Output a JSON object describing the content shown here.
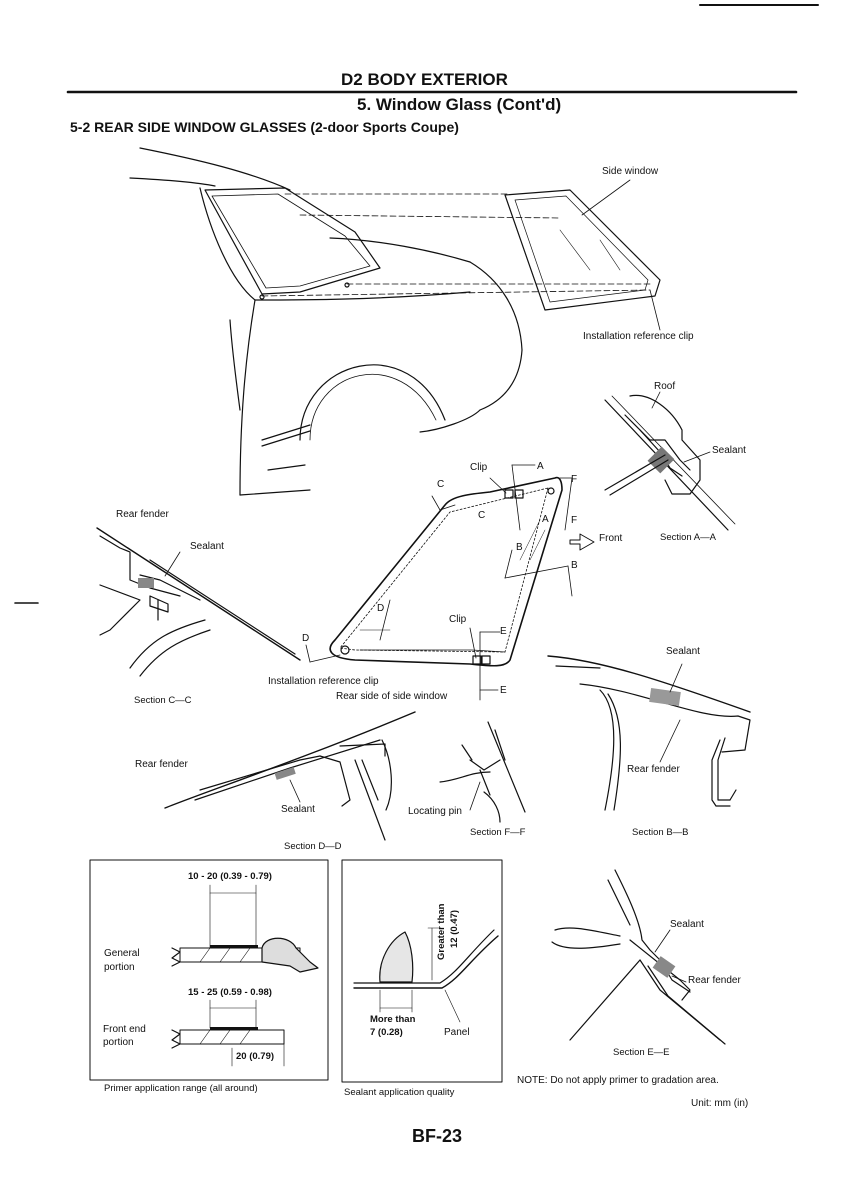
{
  "header": {
    "title": "D2 BODY EXTERIOR",
    "subtitle": "5. Window Glass (Cont'd)",
    "section_heading": "5-2 REAR SIDE WINDOW GLASSES (2-door Sports Coupe)"
  },
  "overview": {
    "side_window": "Side window",
    "installation_reference_clip": "Installation reference clip"
  },
  "section_aa": {
    "roof": "Roof",
    "sealant": "Sealant",
    "caption": "Section A—A"
  },
  "glass": {
    "clip_top": "Clip",
    "clip_bottom": "Clip",
    "front": "Front",
    "installation_reference_clip": "Installation reference clip",
    "rear_side": "Rear side of side window",
    "markers": {
      "a": "A",
      "b": "B",
      "c": "C",
      "d": "D",
      "e": "E",
      "f": "F"
    }
  },
  "section_cc": {
    "rear_fender": "Rear fender",
    "sealant": "Sealant",
    "caption": "Section C—C"
  },
  "section_dd": {
    "rear_fender": "Rear fender",
    "sealant": "Sealant",
    "caption": "Section D—D"
  },
  "section_ff": {
    "locating_pin": "Locating pin",
    "caption": "Section F—F"
  },
  "section_bb": {
    "sealant": "Sealant",
    "rear_fender": "Rear fender",
    "caption": "Section B—B"
  },
  "primer_box": {
    "dim_general": "10 - 20 (0.39 - 0.79)",
    "general_portion_1": "General",
    "general_portion_2": "portion",
    "dim_front": "15 - 25 (0.59 - 0.98)",
    "front_end_1": "Front end",
    "front_end_2": "portion",
    "dim_20": "20 (0.79)",
    "caption": "Primer application range (all around)"
  },
  "sealant_box": {
    "greater_than": "Greater than",
    "greater_dim": "12 (0.47)",
    "more_than": "More than",
    "more_dim": "7 (0.28)",
    "panel": "Panel",
    "caption": "Sealant application quality"
  },
  "section_ee": {
    "sealant": "Sealant",
    "rear_fender": "Rear fender",
    "caption": "Section E—E"
  },
  "note": "NOTE: Do not apply primer to gradation area.",
  "unit": "Unit: mm (in)",
  "page_number": "BF-23"
}
